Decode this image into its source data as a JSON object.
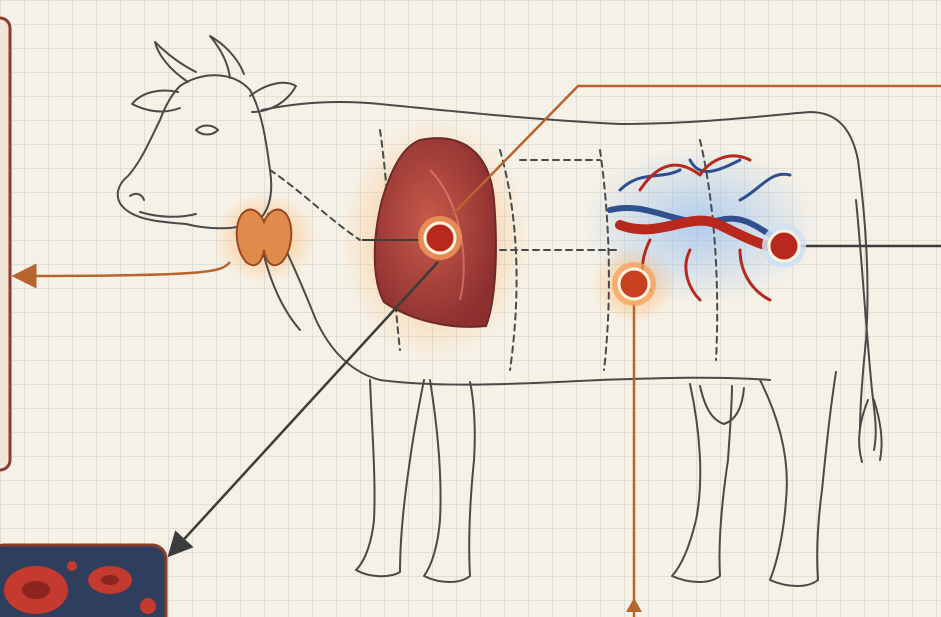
{
  "colors": {
    "paper": "#f6f1e6",
    "grid": "#c9cfc8",
    "outline": "#4a4a4a",
    "leader_line": "#b8642e",
    "leader_line_dark": "#3c3c3c",
    "hotspot": "#b8281d",
    "hotspot_ring": "#f5a05a",
    "glow_orange": "#ffb56b",
    "glow_blue": "#9fc3ee",
    "lung": "#a8433e",
    "thyroid": "#e08a4c",
    "artery": "#b8281d",
    "vein": "#2f4f8f",
    "panel_border": "#8c3a2a",
    "blood_cell": "#c43a2f"
  },
  "diagram": {
    "subject": "cow",
    "hotspots": [
      {
        "id": "lung",
        "icon": "lung-hotspot-icon"
      },
      {
        "id": "abdomen",
        "icon": "abdomen-hotspot-icon"
      },
      {
        "id": "vessels",
        "icon": "blood-vessel-hotspot-icon"
      }
    ],
    "organs": [
      "thyroid-icon",
      "lung-icon",
      "blood-vessels-icon"
    ],
    "inset": {
      "icon": "red-blood-cells-icon"
    }
  }
}
